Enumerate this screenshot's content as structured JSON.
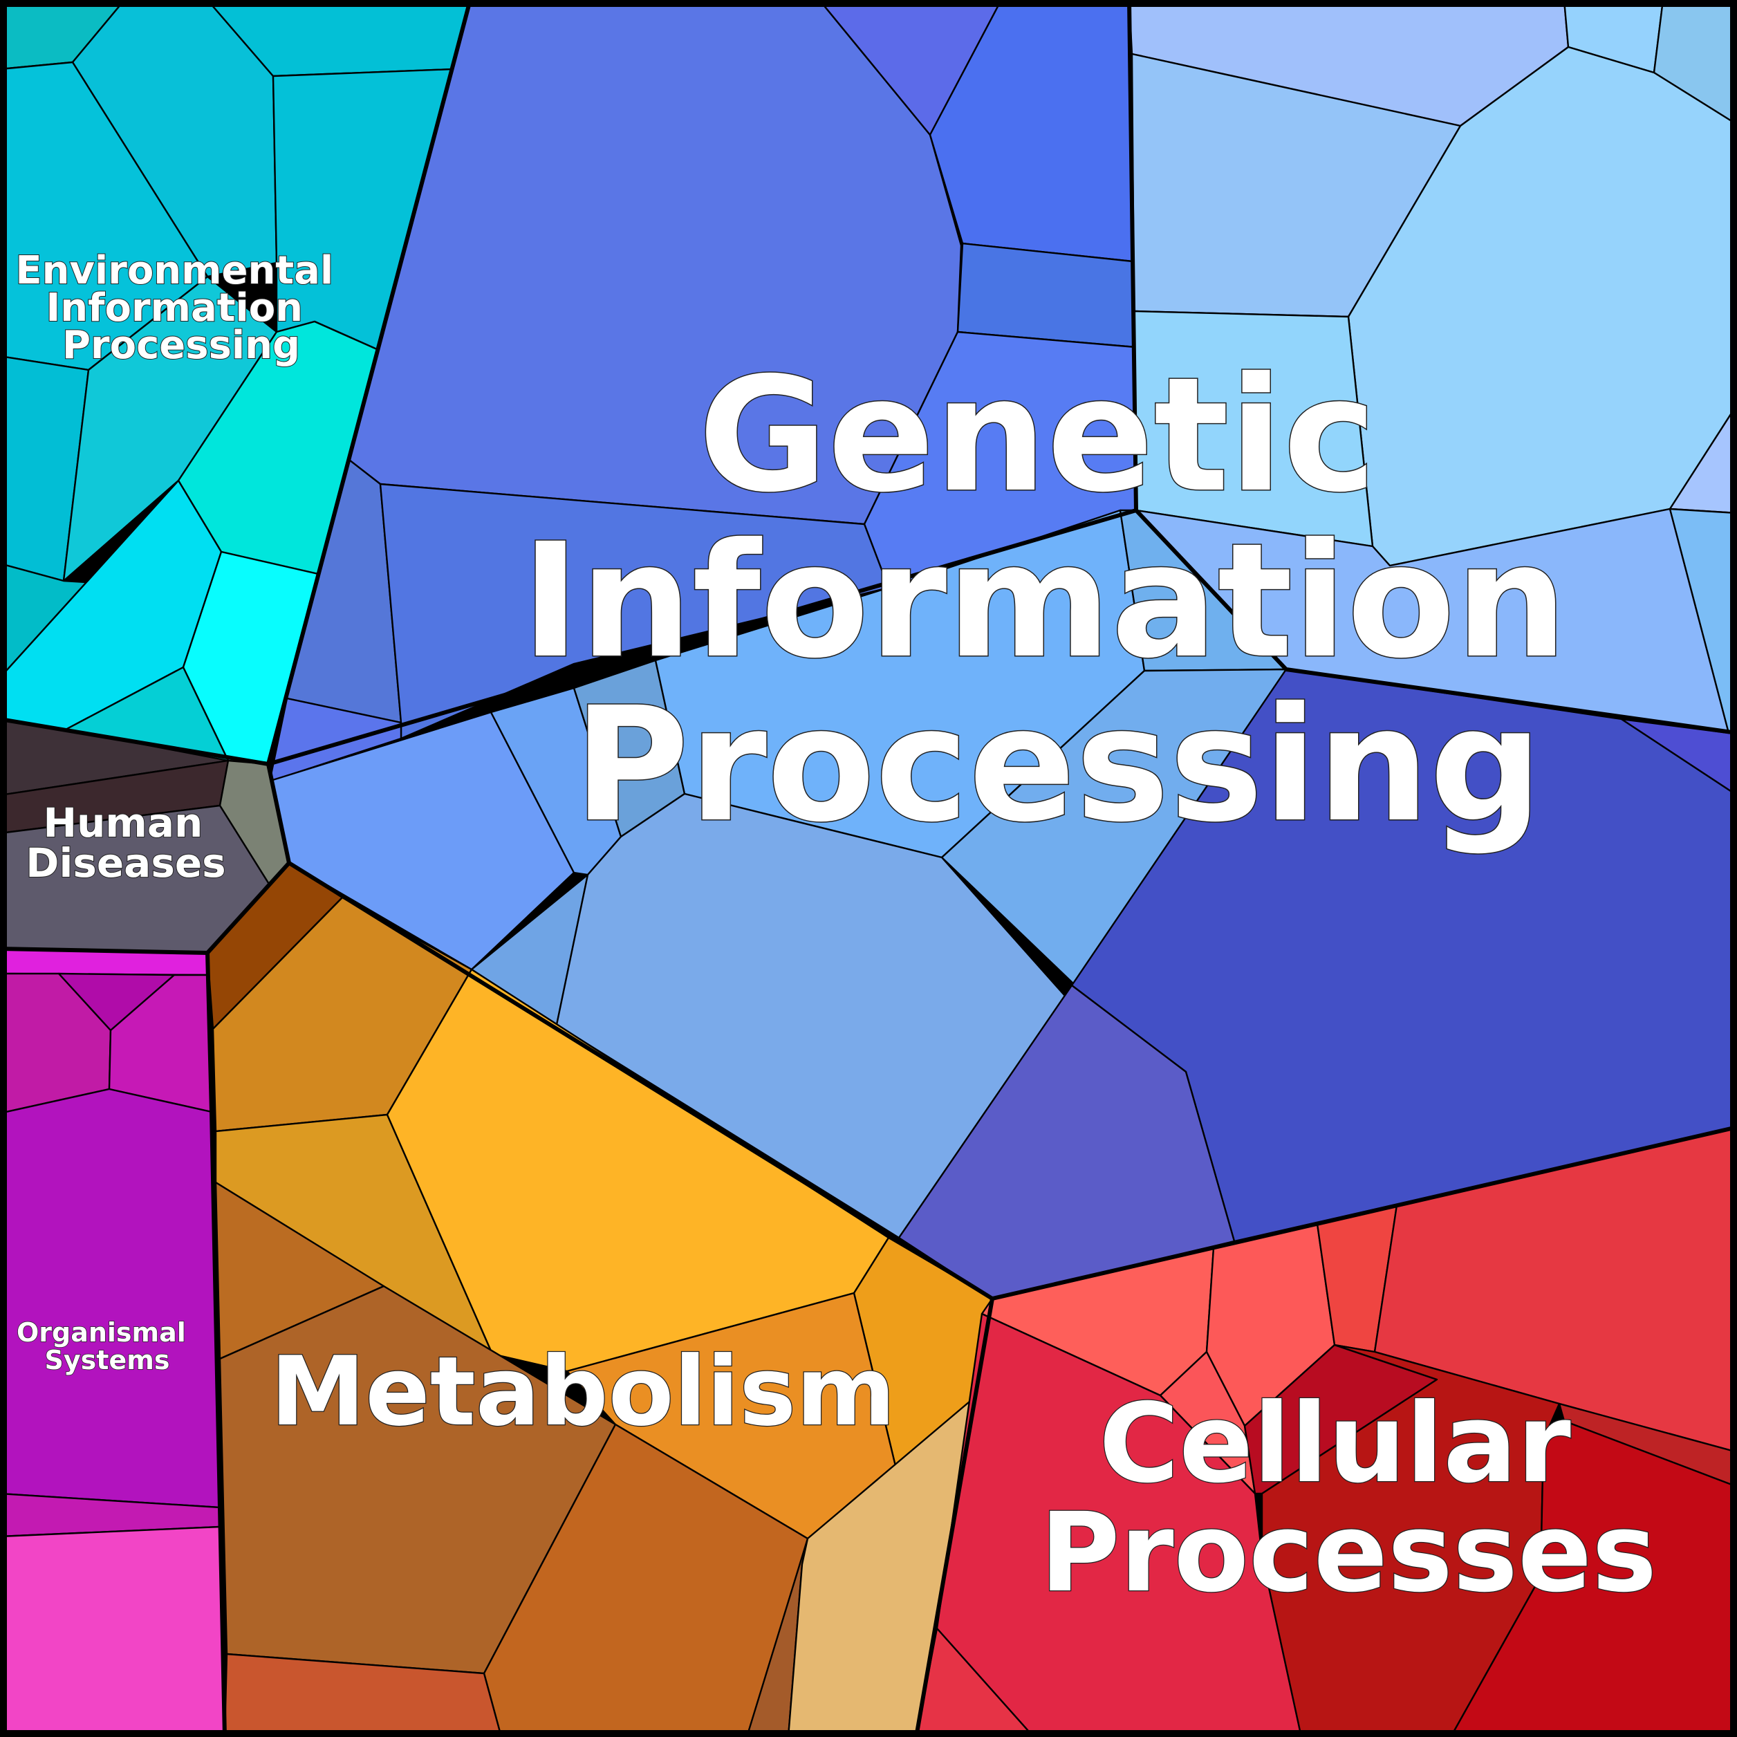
{
  "labels": {
    "genetic": [
      "Genetic",
      "Information",
      "Processing"
    ],
    "environmental": [
      "Environmental",
      "Information",
      "Processing"
    ],
    "human": [
      "Human",
      "Diseases"
    ],
    "organismal": [
      "Organismal",
      "Systems"
    ],
    "metabolism": [
      "Metabolism"
    ],
    "cellular": [
      "Cellular",
      "Processes"
    ]
  },
  "colors": {
    "genetic": "#5a76e6",
    "environmental": "#00c4dc",
    "human": "#4a3a44",
    "organismal": "#b412be",
    "metabolism": "#d2871e",
    "cellular": "#e0283e"
  }
}
